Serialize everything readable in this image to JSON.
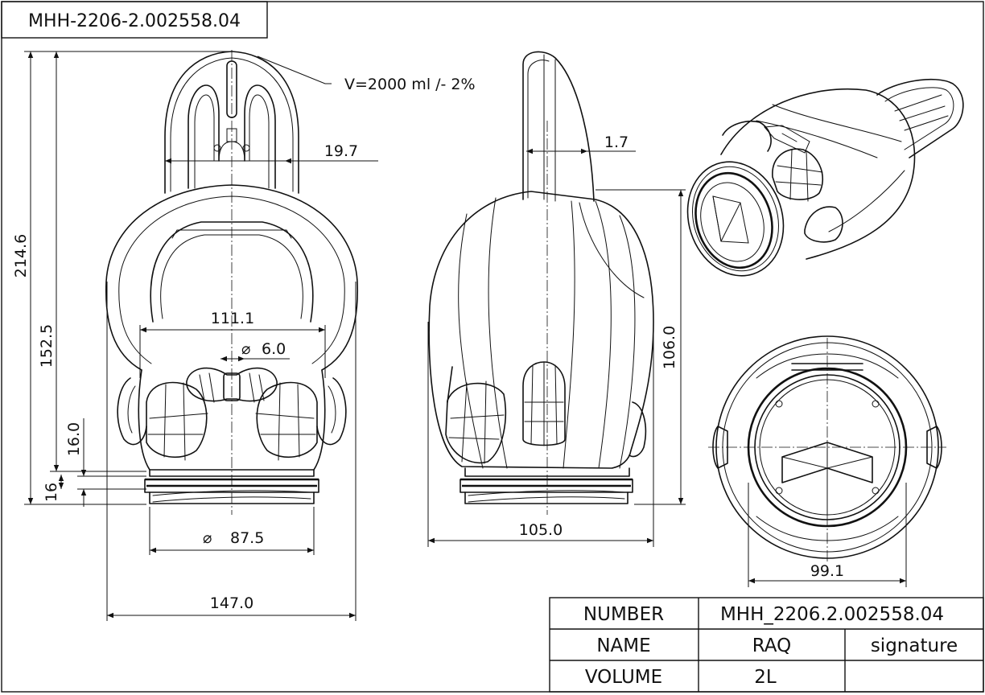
{
  "drawing": {
    "header_code": "MHH-2206-2.002558.04",
    "volume_note": "V=2000 ml /- 2%"
  },
  "dimensions": {
    "front": {
      "total_height": "214.6",
      "body_height": "152.5",
      "neck_height": "16.0",
      "finish_height": "16",
      "handle_width": "19.7",
      "shoulder_width": "111.1",
      "hole_diameter_value": "6.0",
      "neck_diameter_value": "87.5",
      "overall_width": "147.0",
      "diameter_symbol": "⌀"
    },
    "side": {
      "handle_thickness": "1.7",
      "body_height": "106.0",
      "depth": "105.0"
    },
    "bottom": {
      "opening_width": "99.1"
    }
  },
  "title_block": {
    "rows": [
      {
        "label": "NUMBER",
        "value": "MHH_2206.2.002558.04",
        "extra": ""
      },
      {
        "label": "NAME",
        "value": "RAQ",
        "extra": "signature"
      },
      {
        "label": "VOLUME",
        "value": "2L",
        "extra": ""
      }
    ]
  }
}
